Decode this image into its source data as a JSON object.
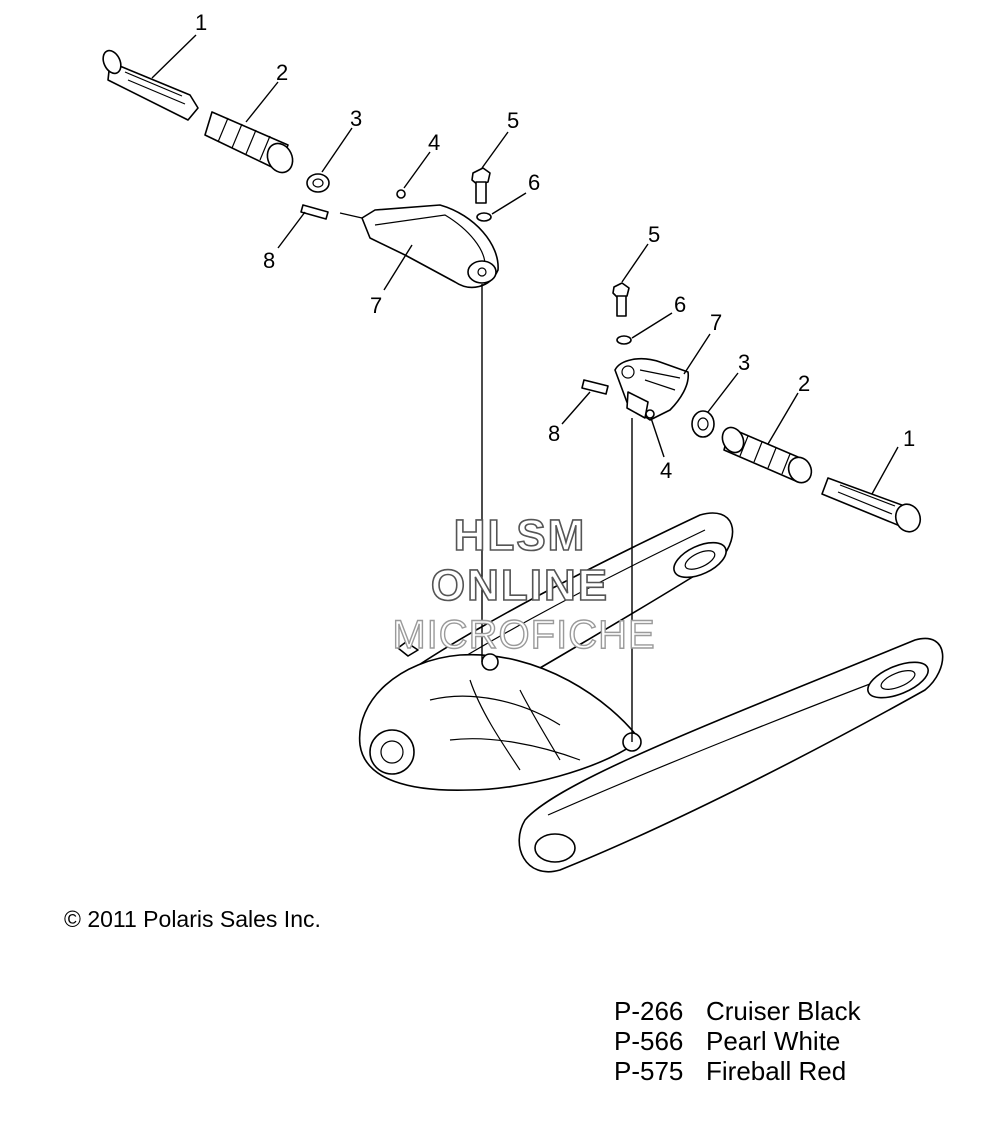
{
  "diagram": {
    "callouts": {
      "left_1": "1",
      "left_2": "2",
      "left_3": "3",
      "left_4": "4",
      "left_5": "5",
      "left_6": "6",
      "left_7": "7",
      "left_8": "8",
      "right_1": "1",
      "right_2": "2",
      "right_3": "3",
      "right_4": "4",
      "right_5": "5",
      "right_6": "6",
      "right_7": "7",
      "right_8": "8"
    },
    "watermark": {
      "line1": "HLSM",
      "line2": "ONLINE",
      "line3": "MICROFICHE"
    }
  },
  "copyright": "© 2011 Polaris Sales Inc.",
  "legend": [
    {
      "code": "P-266",
      "color_name": "Cruiser Black"
    },
    {
      "code": "P-566",
      "color_name": "Pearl White"
    },
    {
      "code": "P-575",
      "color_name": "Fireball Red"
    }
  ]
}
